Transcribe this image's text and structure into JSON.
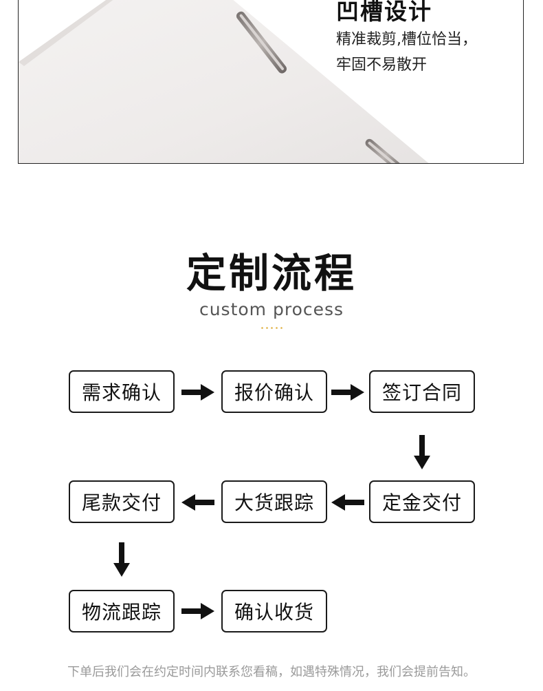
{
  "feature": {
    "title": "凹槽设计",
    "desc_line1": "精准裁剪,槽位恰当，",
    "desc_line2": "牢固不易散开"
  },
  "process": {
    "title": "定制流程",
    "subtitle": "custom process",
    "steps": [
      "需求确认",
      "报价确认",
      "签订合同",
      "定金交付",
      "大货跟踪",
      "尾款交付",
      "物流跟踪",
      "确认收货"
    ]
  },
  "footer": {
    "note": "下单后我们会在约定时间内联系您看稿，如遇特殊情况，我们会提前告知。"
  },
  "colors": {
    "accent_dots": "#e0b040",
    "text": "#111111",
    "muted_text": "#9a9a9a"
  }
}
